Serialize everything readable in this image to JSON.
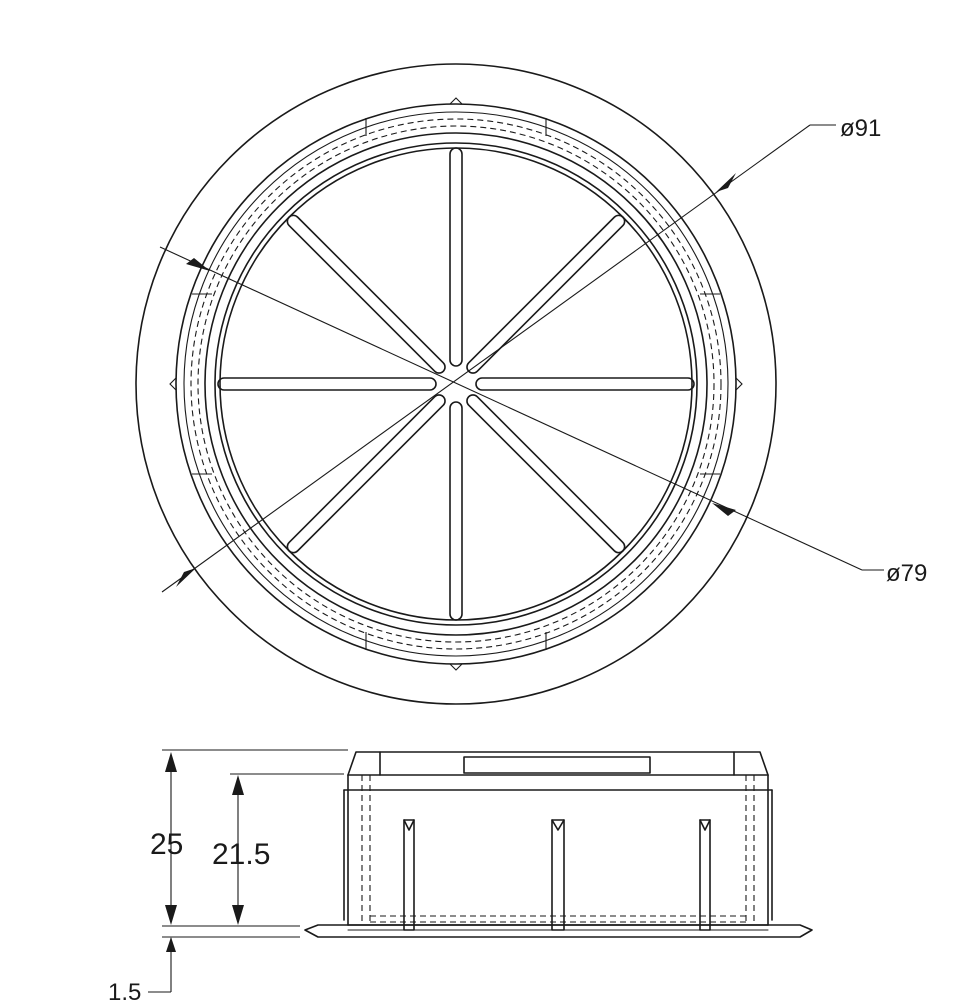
{
  "drawing": {
    "top_view": {
      "dia_outer": "ø91",
      "dia_inner": "ø79"
    },
    "side_view": {
      "height_total": "25",
      "height_inner": "21.5",
      "flange": "1.5"
    }
  }
}
